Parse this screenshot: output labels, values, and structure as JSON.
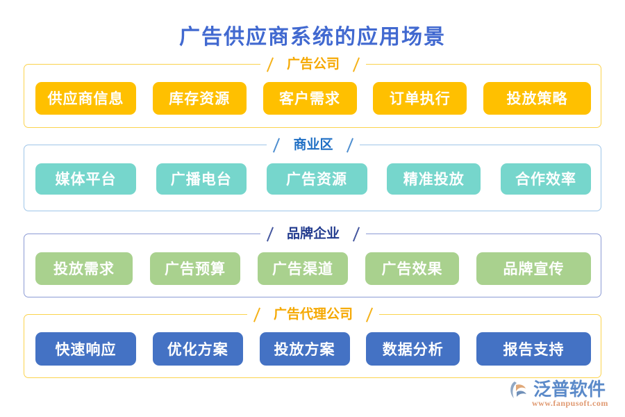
{
  "page": {
    "title": "广告供应商系统的应用场景",
    "title_color": "#4169d0",
    "background": "#ffffff"
  },
  "sections": [
    {
      "id": "advertising-company",
      "title": "广告公司",
      "title_color": "#f5a800",
      "border_color": "#fbd34d",
      "chip_color": "#ffc000",
      "items": [
        "供应商信息",
        "库存资源",
        "客户需求",
        "订单执行",
        "投放策略"
      ]
    },
    {
      "id": "business-district",
      "title": "商业区",
      "title_color": "#1f6fc4",
      "border_color": "#9ec5e8",
      "chip_color": "#76d6cc",
      "items": [
        "媒体平台",
        "广播电台",
        "广告资源",
        "精准投放",
        "合作效率"
      ]
    },
    {
      "id": "brand-enterprise",
      "title": "品牌企业",
      "title_color": "#223b8e",
      "border_color": "#8b9ad4",
      "chip_color": "#a9d18e",
      "items": [
        "投放需求",
        "广告预算",
        "广告渠道",
        "广告效果",
        "品牌宣传"
      ]
    },
    {
      "id": "ad-agency",
      "title": "广告代理公司",
      "title_color": "#f5a800",
      "border_color": "#fbd34d",
      "chip_color": "#4472c4",
      "items": [
        "快速响应",
        "优化方案",
        "投放方案",
        "数据分析",
        "报告支持"
      ]
    }
  ],
  "logo": {
    "name": "泛普软件",
    "url": "www.fanpusoft.com",
    "mark_icon": "fanpu-swoosh-icon",
    "text_color": "#5b8ac9",
    "url_color": "#e09a72"
  }
}
